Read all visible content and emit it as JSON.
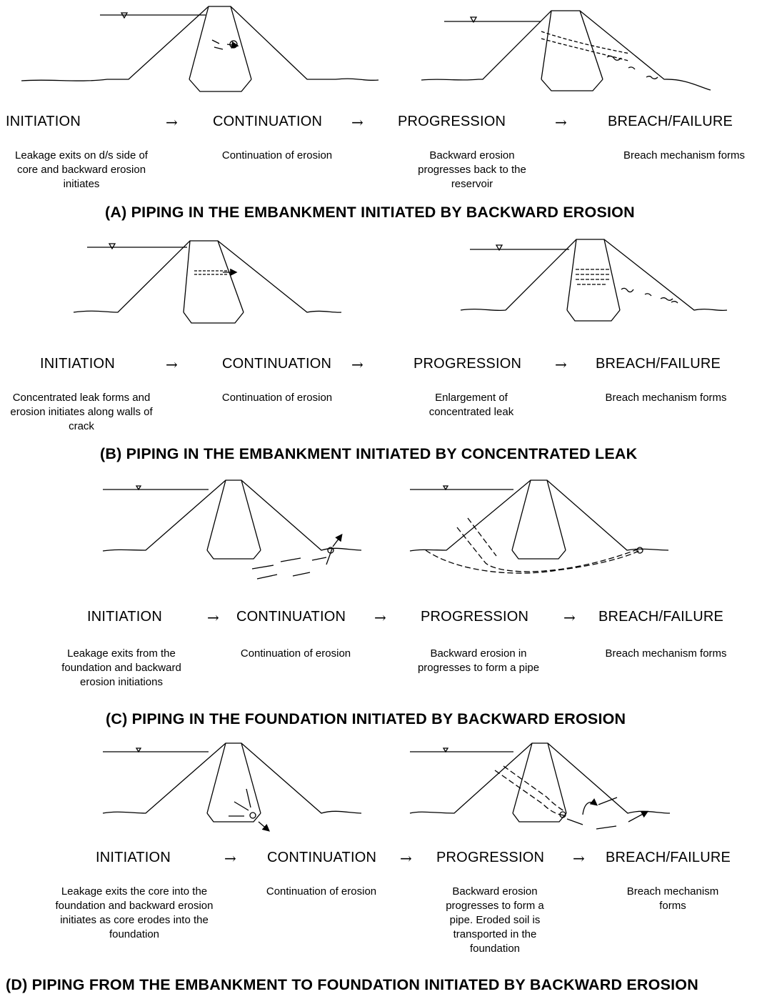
{
  "panels": [
    {
      "stages": [
        "INITIATION",
        "CONTINUATION",
        "PROGRESSION",
        "BREACH/FAILURE"
      ],
      "arrow": "→",
      "descriptions": [
        "Leakage exits on d/s side of core and backward erosion initiates",
        "Continuation of erosion",
        "Backward erosion progresses back to the reservoir",
        "Breach mechanism forms"
      ],
      "caption": "(A)  PIPING IN THE EMBANKMENT INITIATED BY BACKWARD EROSION"
    },
    {
      "stages": [
        "INITIATION",
        "CONTINUATION",
        "PROGRESSION",
        "BREACH/FAILURE"
      ],
      "arrow": "→",
      "descriptions": [
        "Concentrated leak forms and erosion initiates along walls of crack",
        "Continuation of erosion",
        "Enlargement of concentrated leak",
        "Breach mechanism forms"
      ],
      "caption": "(B) PIPING IN THE EMBANKMENT INITIATED BY CONCENTRATED LEAK"
    },
    {
      "stages": [
        "INITIATION",
        "CONTINUATION",
        "PROGRESSION",
        "BREACH/FAILURE"
      ],
      "arrow": "→",
      "descriptions": [
        "Leakage exits from the foundation and backward erosion initiations",
        "Continuation of erosion",
        "Backward erosion in progresses to form a pipe",
        "Breach mechanism forms"
      ],
      "caption": "(C)  PIPING IN THE FOUNDATION INITIATED BY BACKWARD EROSION"
    },
    {
      "stages": [
        "INITIATION",
        "CONTINUATION",
        "PROGRESSION",
        "BREACH/FAILURE"
      ],
      "arrow": "→",
      "descriptions": [
        "Leakage exits the core into the foundation and backward erosion initiates as core erodes into the foundation",
        "Continuation of erosion",
        "Backward erosion progresses to form a pipe.  Eroded soil is transported in the foundation",
        "Breach mechanism forms"
      ],
      "caption": "(D)  PIPING FROM THE EMBANKMENT TO FOUNDATION INITIATED BY BACKWARD EROSION"
    }
  ]
}
